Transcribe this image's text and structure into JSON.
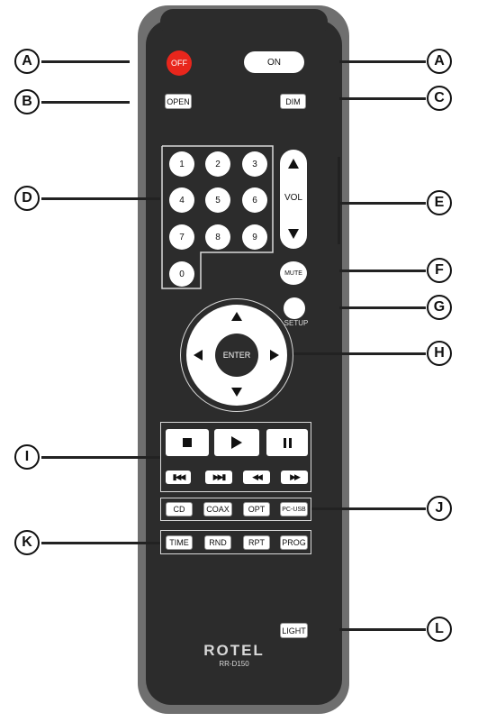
{
  "remote": {
    "brand": "ROTEL",
    "model": "RR-D150",
    "off_label": "OFF",
    "on_label": "ON",
    "open_label": "OPEN",
    "dim_label": "DIM",
    "vol_label": "VOL",
    "mute_label": "MUTE",
    "setup_label": "SETUP",
    "enter_label": "ENTER",
    "light_label": "LIGHT",
    "digits": [
      "1",
      "2",
      "3",
      "4",
      "5",
      "6",
      "7",
      "8",
      "9",
      "0"
    ],
    "sources": [
      "CD",
      "COAX",
      "OPT",
      "PC-USB"
    ],
    "modes": [
      "TIME",
      "RND",
      "RPT",
      "PROG"
    ],
    "colors": {
      "body": "#2c2c2c",
      "shell": "#6f6f6f",
      "off_button": "#e8261c"
    }
  },
  "callouts": {
    "a_left": "A",
    "a_right": "A",
    "b": "B",
    "c": "C",
    "d": "D",
    "e": "E",
    "f": "F",
    "g": "G",
    "h": "H",
    "i": "I",
    "j": "J",
    "k": "K",
    "l": "L"
  }
}
